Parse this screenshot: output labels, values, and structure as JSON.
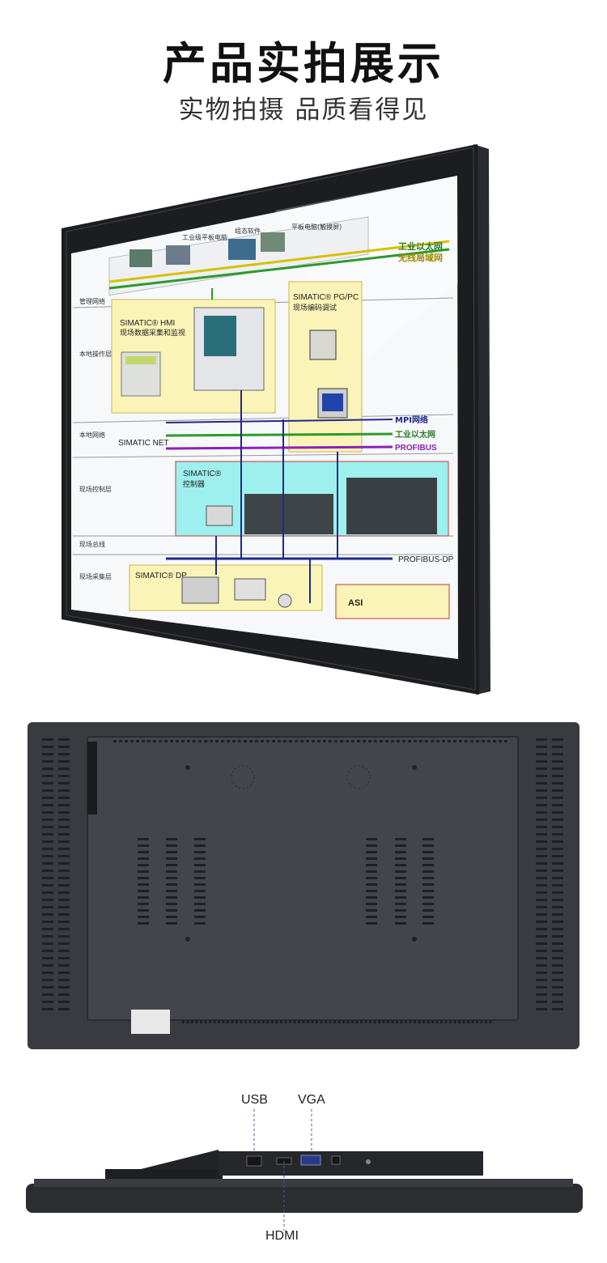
{
  "header": {
    "title": "产品实拍展示",
    "subtitle": "实物拍摄  品质看得见"
  },
  "screen": {
    "top_monitors": {
      "label1": "工业级平板电脑",
      "label2": "组态软件",
      "label3": "平板电脑(触摸屏)"
    },
    "networks": {
      "industrial_ethernet": "工业以太网",
      "wireless": "无线局域网",
      "mpi": "MPI网络",
      "industrial_ethernet2": "工业以太网",
      "profibus": "PROFIBUS",
      "profibus_dp": "PROFIBUS-DP"
    },
    "layers": {
      "management": "管理网络",
      "local_operation": "本地操作层",
      "local_network": "本地网络",
      "field_control": "现场控制层",
      "field_bus": "现场总线",
      "field_acquisition": "现场采集层"
    },
    "boxes": {
      "hmi_title": "SIMATIC® HMI",
      "hmi_desc": "现场数据采集和监视",
      "pgpc_title": "SIMATIC® PG/PC",
      "pgpc_desc": "现场编码调试",
      "simatic_net": "SIMATIC NET",
      "controller_title": "SIMATIC®",
      "controller_desc": "控制器",
      "dp_title": "SIMATIC® DP",
      "asi": "ASI"
    }
  },
  "ports": {
    "usb": "USB",
    "vga": "VGA",
    "hdmi": "HDMI"
  },
  "colors": {
    "bezel": "#1c1d21",
    "back_panel": "#3a3b40",
    "net_green": "#2c9a2c",
    "net_yellow": "#d6c000",
    "net_blue": "#1f2a8c",
    "net_purple": "#8a22b8",
    "box_cyan": "#9ef0ee",
    "box_yellow": "#fbf4b8"
  }
}
